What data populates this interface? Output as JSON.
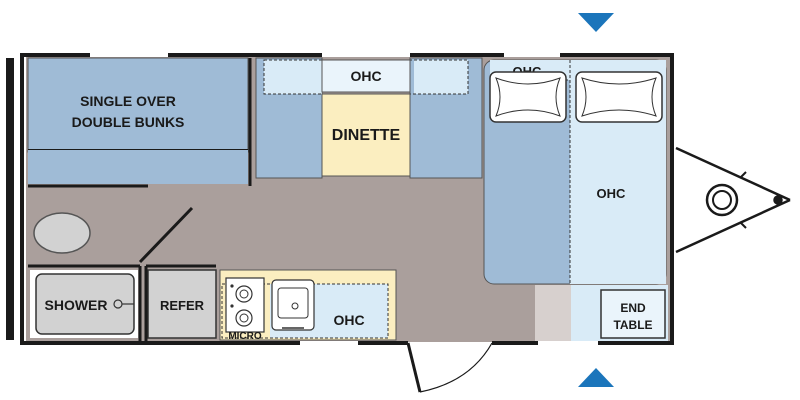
{
  "rooms": {
    "bunks_label_line1": "SINGLE OVER",
    "bunks_label_line2": "DOUBLE BUNKS",
    "dinette_ohc": "OHC",
    "dinette": "DINETTE",
    "bed_ohc_top": "OHC",
    "bed_ohc_right": "OHC",
    "shower": "SHOWER",
    "refer": "REFER",
    "micro": "MICRO",
    "kitchen_ohc": "OHC",
    "end_table_line1": "END",
    "end_table_line2": "TABLE"
  },
  "colors": {
    "wall": "#1a1a1a",
    "floor": "#aa9f9c",
    "blue_furniture": "#9fbbd6",
    "light_blue": "#d9ebf7",
    "yellow": "#fbeec0",
    "gray_fixture": "#d2d2d2",
    "arrow": "#1b75bb"
  }
}
